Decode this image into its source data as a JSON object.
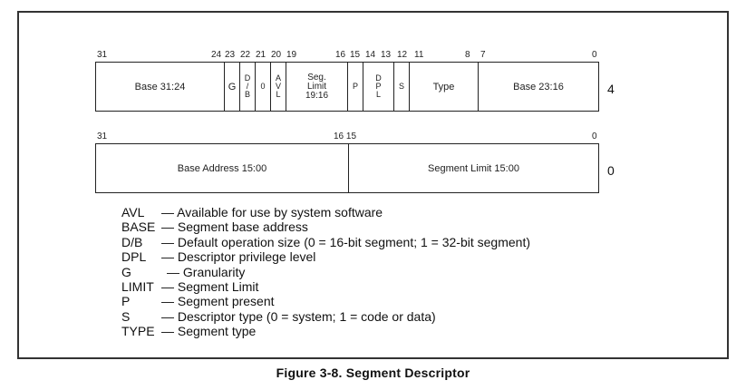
{
  "row1": {
    "bits": {
      "b31": "31",
      "b24": "24",
      "b23": "23",
      "b22": "22",
      "b21": "21",
      "b20": "20",
      "b19": "19",
      "b16": "16",
      "b15": "15",
      "b14": "14",
      "b13": "13",
      "b12": "12",
      "b11": "11",
      "b8": "8",
      "b7": "7",
      "b0": "0"
    },
    "fields": {
      "base_31_24": "Base 31:24",
      "g": "G",
      "db_1": "D",
      "db_2": "/",
      "db_3": "B",
      "zero": "0",
      "avl_1": "A",
      "avl_2": "V",
      "avl_3": "L",
      "seglimit_1": "Seg.",
      "seglimit_2": "Limit",
      "seglimit_3": "19:16",
      "p": "P",
      "dpl_1": "D",
      "dpl_2": "P",
      "dpl_3": "L",
      "s": "S",
      "type": "Type",
      "base_23_16": "Base 23:16"
    },
    "offset": "4"
  },
  "row2": {
    "bits": {
      "b31": "31",
      "b1615": "16 15",
      "b0": "0"
    },
    "fields": {
      "base_addr": "Base Address 15:00",
      "seg_limit": "Segment Limit 15:00"
    },
    "offset": "0"
  },
  "legend": [
    {
      "term": "AVL",
      "desc": "— Available for use by system software"
    },
    {
      "term": "BASE",
      "desc": "— Segment base address"
    },
    {
      "term": "D/B",
      "desc": "— Default operation size (0 = 16-bit segment; 1 = 32-bit segment)"
    },
    {
      "term": "DPL",
      "desc": "— Descriptor privilege level"
    },
    {
      "term": "G",
      "desc": "— Granularity"
    },
    {
      "term": "LIMIT",
      "desc": "— Segment Limit"
    },
    {
      "term": "P",
      "desc": "— Segment present"
    },
    {
      "term": "S",
      "desc": "— Descriptor type (0 = system; 1 = code or data)"
    },
    {
      "term": "TYPE",
      "desc": "— Segment type"
    }
  ],
  "caption": "Figure 3-8.  Segment Descriptor"
}
